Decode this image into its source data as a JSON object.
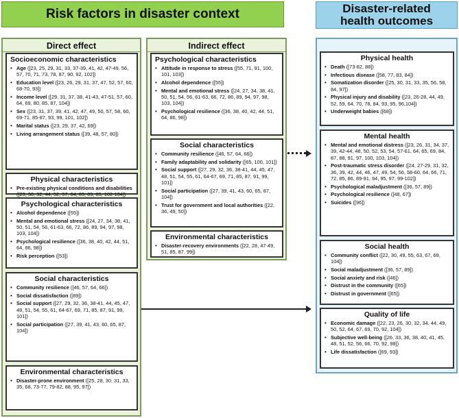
{
  "header": {
    "risk_title": "Risk factors in disaster context",
    "outcomes_title_line1": "Disaster-related",
    "outcomes_title_line2": "health outcomes"
  },
  "direct": {
    "title": "Direct effect",
    "socio": {
      "title": "Socioeconomic characteristics",
      "items": [
        {
          "name": "Age",
          "refs": " ([23, 25, 29, 31, 33, 37-39, 41, 42, 47-49, 56, 57, 70, 71, 73, 78, 87, 90, 92, 102])"
        },
        {
          "name": "Education level",
          "refs": " ([23, 26, 29, 31, 37, 47, 52, 57, 60, 68-70, 93])"
        },
        {
          "name": "Income level",
          "refs": " ([29, 31, 37, 38, 41-43, 47-51, 57, 60, 64, 69, 80, 85, 87, 104])"
        },
        {
          "name": "Sex",
          "refs": " ([23, 31, 37, 39, 41, 42, 47, 49, 50, 57, 58, 60, 69-71, 85-87, 93, 99, 101, 102])"
        },
        {
          "name": "Marital status",
          "refs": " ([23, 29, 37, 42, 69])"
        },
        {
          "name": "Living arrangement status",
          "refs": " ([39, 48, 57, 80])"
        }
      ]
    },
    "physical": {
      "title": "Physical characteristics",
      "items": [
        {
          "name": "Pre-existing physical conditions and disabilities",
          "refs": " ([29, 30, 32, 44, 52, 57, 64, 65, 69, 85, 102-104])"
        }
      ]
    },
    "psych": {
      "title": "Psychological characteristics",
      "items": [
        {
          "name": "Alcohol dependence",
          "refs": " ([55])"
        },
        {
          "name": "Mental and emotional stress",
          "refs": " ([24, 27, 34, 38, 41, 50, 51, 54, 56, 61-63, 66, 72, 86, 89, 94, 97, 98, 103, 104])"
        },
        {
          "name": "Psychological resilience",
          "refs": " ([36, 38, 40, 42, 44, 51, 64, 86, 98])"
        },
        {
          "name": "Risk perception",
          "refs": " ([53])"
        }
      ]
    },
    "social": {
      "title": "Social characteristics",
      "items": [
        {
          "name": "Community resilience",
          "refs": " ([46, 57, 64, 66])"
        },
        {
          "name": "Social dissatisfaction",
          "refs": " ([89])"
        },
        {
          "name": "Social support",
          "refs": " ([27, 29, 32, 36, 38-41, 44, 45, 47, 48, 51, 54, 55, 61, 64-67, 69, 71, 85, 87, 91, 99, 101])"
        },
        {
          "name": "Social participation",
          "refs": " ([27, 39, 41, 43, 60, 65, 87, 104])"
        }
      ]
    },
    "env": {
      "title": "Environmental characteristics",
      "items": [
        {
          "name": "Disaster-prone environment",
          "refs": " ([25, 28, 30, 31, 33, 35, 68, 73-77, 79-82, 88, 95, 97])"
        }
      ]
    }
  },
  "indirect": {
    "title": "Indirect effect",
    "psych": {
      "title": "Psychological characteristics",
      "items": [
        {
          "name": "Attitude in response to stress",
          "refs": " ([55, 71, 91, 100, 101, 103])"
        },
        {
          "name": "Alcohol dependence",
          "refs": " ([55])"
        },
        {
          "name": "Mental and emotional stress",
          "refs": " ([24, 27, 34, 38, 41, 50, 51, 54, 56, 61-63, 66, 72, 86, 89, 94, 97, 98, 103, 104])"
        },
        {
          "name": "Psychological resilience",
          "refs": " ([36, 38, 40, 42, 44, 51, 64, 86, 98])"
        }
      ]
    },
    "social": {
      "title": "Social characteristics",
      "items": [
        {
          "name": "Community resilience",
          "refs": " ([46, 57, 64, 66])"
        },
        {
          "name": "Family adaptability and solidarity",
          "refs": " ([65, 100, 101])"
        },
        {
          "name": "Social support",
          "refs": " ([27, 29, 32, 36, 38-41, 44, 45, 47, 48, 51, 54, 55, 61, 64-67, 69, 71, 85, 87, 91, 99, 101])"
        },
        {
          "name": "Social participation",
          "refs": " ([27, 39, 41, 43, 60, 65, 87, 104])"
        },
        {
          "name": "Trust for government and local authorities",
          "refs": " ([22, 36, 49, 50])"
        }
      ]
    },
    "env": {
      "title": "Environmental characteristics",
      "items": [
        {
          "name": "Disaster-recovery environments",
          "refs": " ([22, 28, 47-49, 51, 85, 87, 99])"
        }
      ]
    }
  },
  "outcomes": {
    "physical": {
      "title": "Physical health",
      "items": [
        {
          "name": "Death",
          "refs": " ([73-82, 88])"
        },
        {
          "name": "Infectious disease",
          "refs": " ([58, 77, 83, 84])"
        },
        {
          "name": "Somatization disorder",
          "refs": " ([25, 30, 31, 33, 35, 56, 58, 84, 97])"
        },
        {
          "name": "Physical injury and disability",
          "refs": " ([23, 26-28, 44, 49, 52, 59, 64, 70, 78, 84, 93, 95, 96,104])"
        },
        {
          "name": "Underweight babies",
          "refs": " ([68])"
        }
      ]
    },
    "mental": {
      "title": "Mental health",
      "items": [
        {
          "name": "Mental and emotional distress",
          "refs": " ([23, 26, 31, 34, 37, 39, 42-44, 48, 50, 52, 53, 54, 57-61, 64, 65, 69, 84, 87, 88, 91, 97, 100, 103, 104])"
        },
        {
          "name": "Post-traumatic stress disorder",
          "refs": " ([24, 27-29, 31, 32, 36, 39, 42, 44, 46, 47, 49, 54, 56, 58-60, 64, 66, 71, 72, 85, 86, 89-91, 94, 95, 97, 99-102])"
        },
        {
          "name": "Psychological maladjustment",
          "refs": " ([36, 57, 89])"
        },
        {
          "name": "Psychological resilience",
          "refs": " ([48, 67])"
        },
        {
          "name": "Suicides",
          "refs": " ([96])"
        }
      ]
    },
    "social": {
      "title": "Social health",
      "items": [
        {
          "name": "Community conflict",
          "refs": " ([22, 30, 49, 55, 63, 67, 69, 104])"
        },
        {
          "name": "Social maladjustment",
          "refs": " ([36, 57, 89])"
        },
        {
          "name": "Social anxiety and risk",
          "refs": " ([46])"
        },
        {
          "name": "Distrust in the community",
          "refs": " ([65])"
        },
        {
          "name": "Distrust in government",
          "refs": " ([65])"
        }
      ]
    },
    "qol": {
      "title": "Quality of life",
      "items": [
        {
          "name": "Economic damage",
          "refs": " ([22, 23, 26, 30, 32, 34, 44, 49, 50, 52, 64, 67, 69, 70, 92, 104])"
        },
        {
          "name": "Subjective well-being",
          "refs": " ([26, 33, 36, 38, 40, 41, 45, 48, 51, 52, 56, 66, 70, 92, 98])"
        },
        {
          "name": "Life dissatisfaction",
          "refs": " ([69, 93])"
        }
      ]
    }
  }
}
